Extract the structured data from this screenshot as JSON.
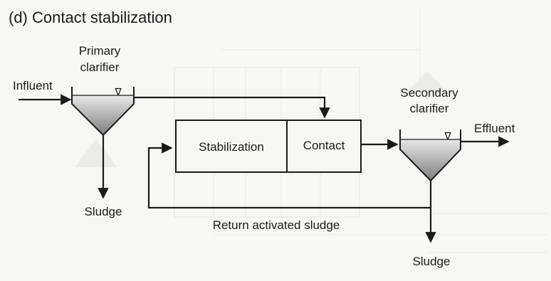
{
  "diagram": {
    "title": "(d) Contact stabilization",
    "primary_clarifier_line1": "Primary",
    "primary_clarifier_line2": "clarifier",
    "influent": "Influent",
    "sludge_primary": "Sludge",
    "stabilization": "Stabilization",
    "contact": "Contact",
    "secondary_clarifier_line1": "Secondary",
    "secondary_clarifier_line2": "clarifier",
    "effluent": "Effluent",
    "return_activated_sludge": "Return activated sludge",
    "sludge_secondary": "Sludge",
    "water_level_symbol": "∇"
  },
  "colors": {
    "ink": "#1a1a1a",
    "background": "#f7f7f5",
    "ghost_text": "#c9c9c4",
    "clarifier_fill_dark": "#8e8e8e",
    "clarifier_fill_light": "#e6e6e6"
  }
}
